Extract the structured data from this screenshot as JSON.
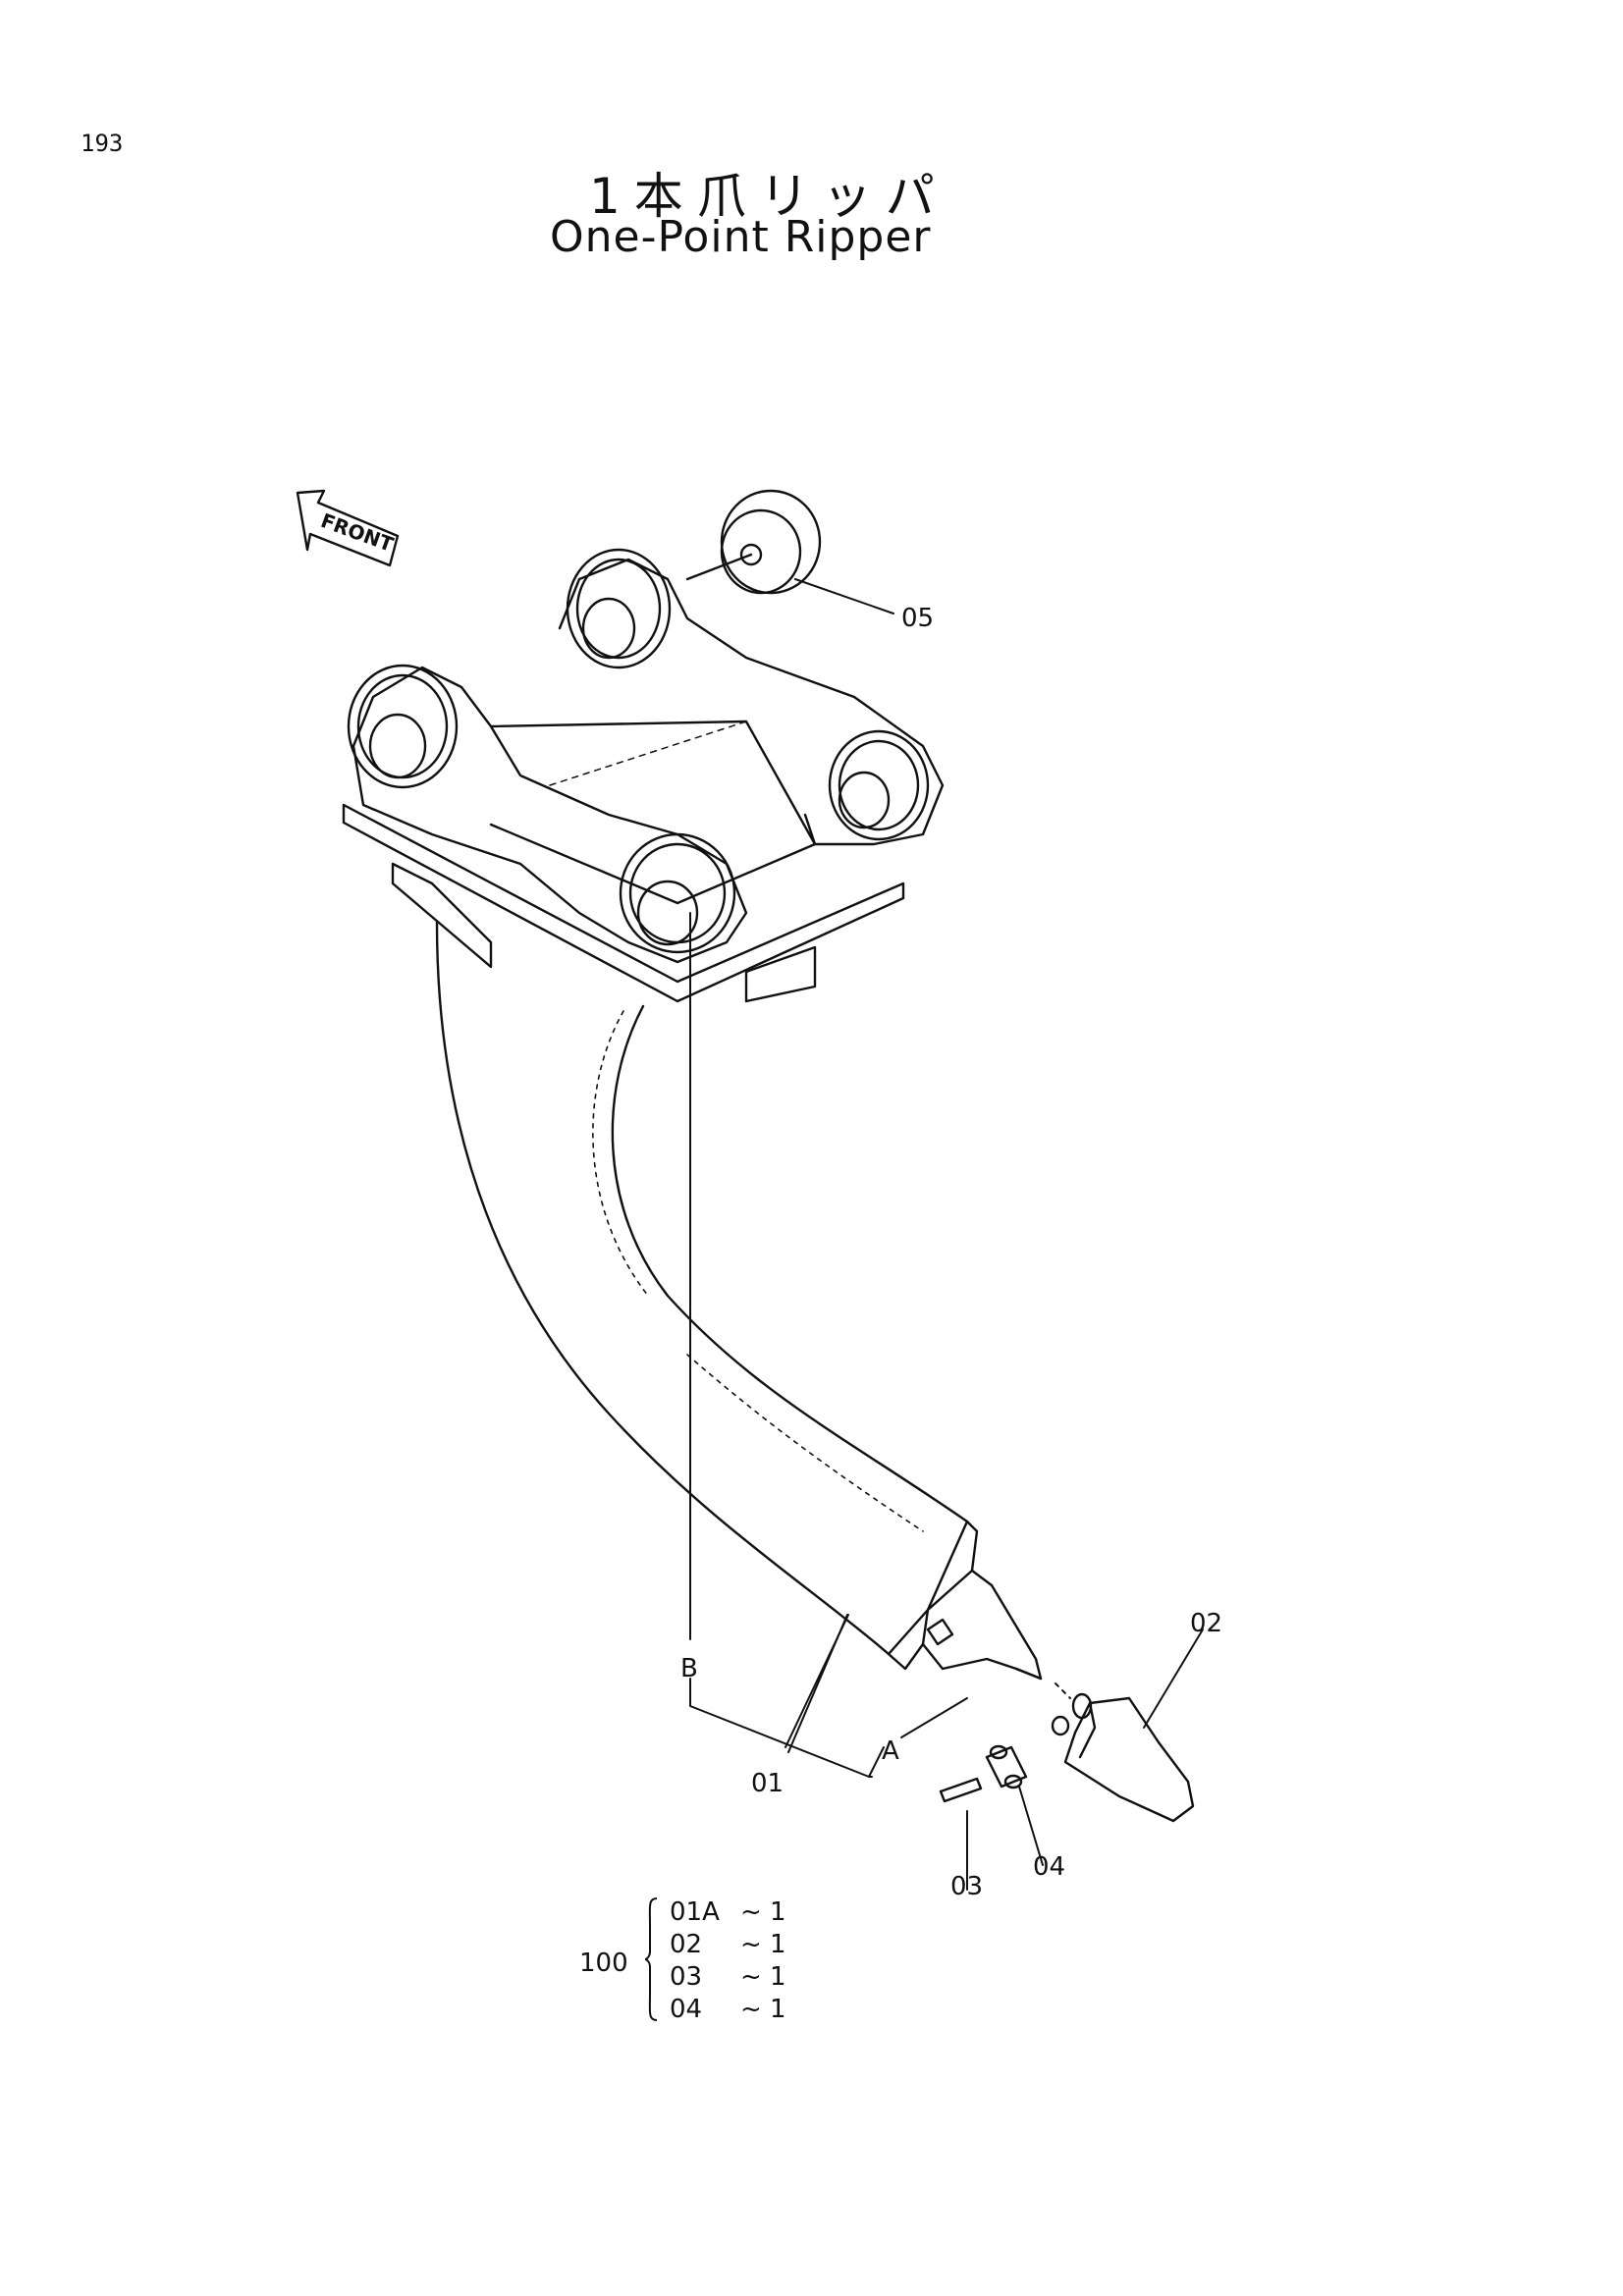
{
  "page_number": "193",
  "title_jp": "1本爪リッパ",
  "title_en": "One-Point Ripper",
  "front_label": "FRONT",
  "callouts": {
    "part_05": "05",
    "part_02": "02",
    "part_01": "01",
    "part_03": "03",
    "part_04": "04",
    "ref_a": "A",
    "ref_b": "B"
  },
  "kit": {
    "set_number": "100",
    "items": [
      {
        "part": "01A",
        "qty": "~ 1"
      },
      {
        "part": "02",
        "qty": "~ 1"
      },
      {
        "part": "03",
        "qty": "~ 1"
      },
      {
        "part": "04",
        "qty": "~ 1"
      }
    ]
  }
}
